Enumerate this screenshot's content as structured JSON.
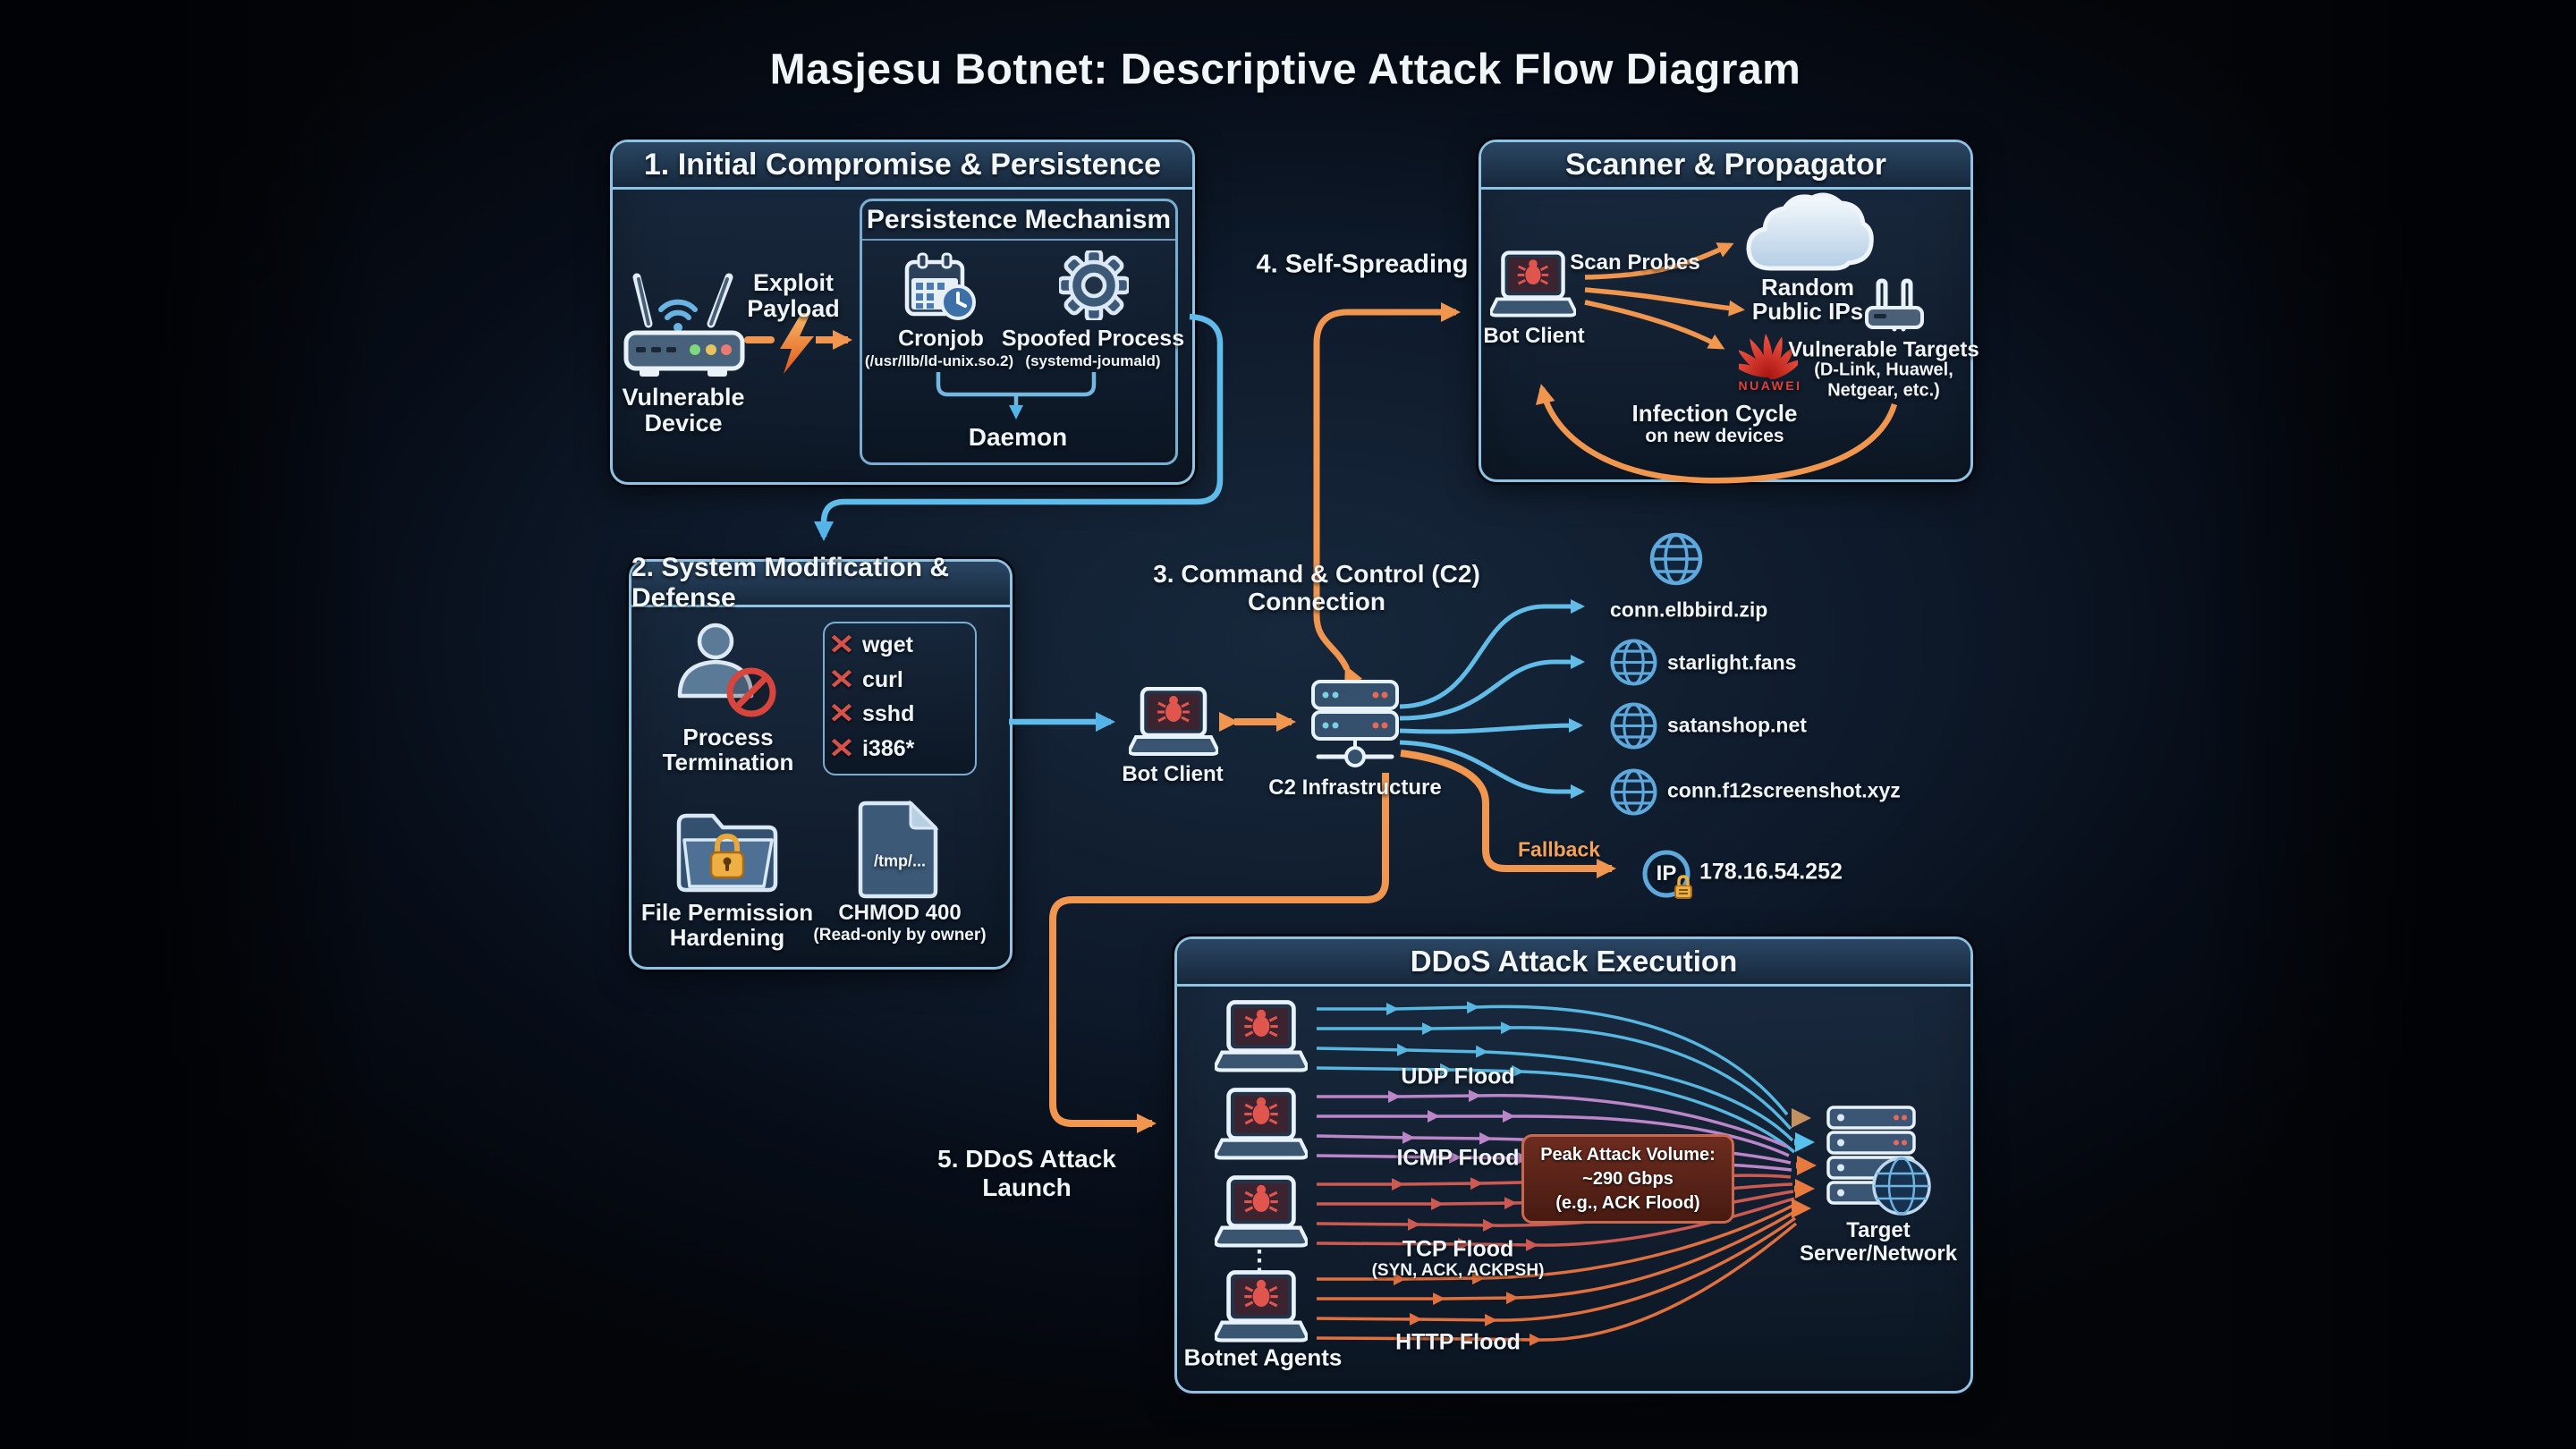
{
  "title": "Masjesu Botnet: Descriptive Attack Flow Diagram",
  "colors": {
    "accent_orange": "#F0964F",
    "accent_blue": "#54B4E8",
    "panel_border": "#8FC3E4",
    "danger_red": "#D4524A",
    "huawei_red": "#E23B30",
    "peak_box_border": "#C8694F"
  },
  "panel1": {
    "header": "1. Initial Compromise & Persistence",
    "device_label": [
      "Vulnerable",
      "Device"
    ],
    "exploit_label": [
      "Exploit",
      "Payload"
    ],
    "persistence": {
      "header": "Persistence Mechanism",
      "cronjob": {
        "label": "Cronjob",
        "sub": "(/usr/llb/ld-unix.so.2)",
        "icon": "calendar-clock-icon"
      },
      "spoofed": {
        "label": "Spoofed Process",
        "sub": "(systemd-joumald)",
        "icon": "gear-icon"
      },
      "daemon_label": "Daemon"
    }
  },
  "scanner": {
    "header": "Scanner & Propagator",
    "bot_client_label": "Bot Client",
    "scan_probes_label": "Scan Probes",
    "random_ips_label": [
      "Random",
      "Public IPs"
    ],
    "brand_label": "NUAWEI",
    "targets_label": [
      "Vulnerable Targets",
      "(D-Link, Huawel,",
      "Netgear, etc.)"
    ],
    "infection_label": [
      "Infection Cycle",
      "on new devices"
    ]
  },
  "self_spreading_label": "4. Self-Spreading",
  "panel2": {
    "header": "2. System Modification & Defense",
    "process_label": [
      "Process",
      "Termination"
    ],
    "blocked": [
      {
        "cmd": "wget"
      },
      {
        "cmd": "curl"
      },
      {
        "cmd": "sshd"
      },
      {
        "cmd": "i386*"
      }
    ],
    "folder_label": [
      "File Permission",
      "Hardening"
    ],
    "file_text": "/tmp/...",
    "chmod_label": [
      "CHMOD 400",
      "(Read-only by owner)"
    ]
  },
  "c2": {
    "title": [
      "3. Command & Control (C2)",
      "Connection"
    ],
    "bot_client_label": "Bot Client",
    "infra_label": "C2 Infrastructure",
    "fallback_label": "Fallback",
    "domains": [
      {
        "label": "conn.elbbird.zip",
        "icon": "globe-icon"
      },
      {
        "label": "starlight.fans",
        "icon": "globe-icon"
      },
      {
        "label": "satanshop.net",
        "icon": "globe-icon"
      },
      {
        "label": "conn.f12screenshot.xyz",
        "icon": "globe-icon"
      }
    ],
    "fallback_ip": {
      "badge": "IP",
      "address": "178.16.54.252"
    }
  },
  "launch_label": [
    "5. DDoS Attack",
    "Launch"
  ],
  "ddos": {
    "header": "DDoS Attack Execution",
    "agents_label": "Botnet Agents",
    "ellipsis": "⋮",
    "floods": [
      {
        "label": "UDP Flood",
        "color": "#58B7E0"
      },
      {
        "label": "ICMP Flood",
        "color": "#BB86C8"
      },
      {
        "label": "TCP Flood",
        "sub": "(SYN, ACK, ACKPSH)",
        "color": "#CC5A52"
      },
      {
        "label": "HTTP Flood",
        "color": "#E0703F"
      }
    ],
    "peak": [
      "Peak Attack Volume:",
      "~290 Gbps",
      "(e.g., ACK Flood)"
    ],
    "target_label": [
      "Target",
      "Server/Network"
    ]
  }
}
